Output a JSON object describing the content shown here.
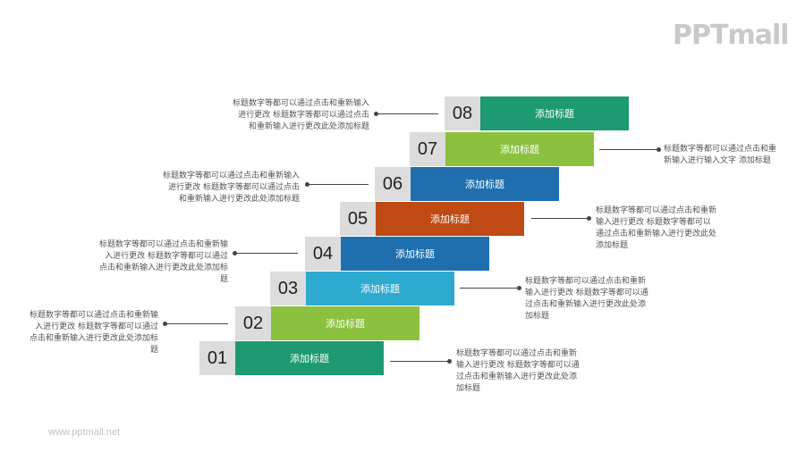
{
  "logo": {
    "text": "PPTmall"
  },
  "footer": {
    "url": "www.pptmall.net"
  },
  "steps": [
    {
      "num": "01",
      "title": "添加标题",
      "color": "#1e9a72",
      "desc": "标题数字等都可以通过点击和重新输入进行更改 标题数字等都可以通过点击和重新输入进行更改此处添加标题",
      "desc_side": "right"
    },
    {
      "num": "02",
      "title": "添加标题",
      "color": "#8bc13f",
      "desc": "标题数字等都可以通过点击和重新输入进行更改 标题数字等都可以通过点击和重新输入进行更改此处添加标题",
      "desc_side": "left"
    },
    {
      "num": "03",
      "title": "添加标题",
      "color": "#2eaad1",
      "desc": "标题数字等都可以通过点击和重新输入进行更改 标题数字等都可以通过点击和重新输入进行更改此处添加标题",
      "desc_side": "right"
    },
    {
      "num": "04",
      "title": "添加标题",
      "color": "#1f6fae",
      "desc": "标题数字等都可以通过点击和重新输入进行更改 标题数字等都可以通过点击和重新输入进行更改此处添加标题",
      "desc_side": "left"
    },
    {
      "num": "05",
      "title": "添加标题",
      "color": "#bf4a14",
      "desc": "标题数字等都可以通过点击和重新输入进行更改 标题数字等都可以通过点击和重新输入进行更改此处添加标题",
      "desc_side": "right"
    },
    {
      "num": "06",
      "title": "添加标题",
      "color": "#1f6fae",
      "desc": "标题数字等都可以通过点击和重新输入进行更改 标题数字等都可以通过点击和重新输入进行更改此处添加标题",
      "desc_side": "left"
    },
    {
      "num": "07",
      "title": "添加标题",
      "color": "#8bc13f",
      "desc": "标题数字等都可以通过点击和重新输入进行输入文字 添加标题",
      "desc_side": "right"
    },
    {
      "num": "08",
      "title": "添加标题",
      "color": "#1e9a72",
      "desc": "标题数字等都可以通过点击和重新输入进行更改 标题数字等都可以通过点击和重新输入进行更改此处添加标题",
      "desc_side": "left"
    }
  ]
}
